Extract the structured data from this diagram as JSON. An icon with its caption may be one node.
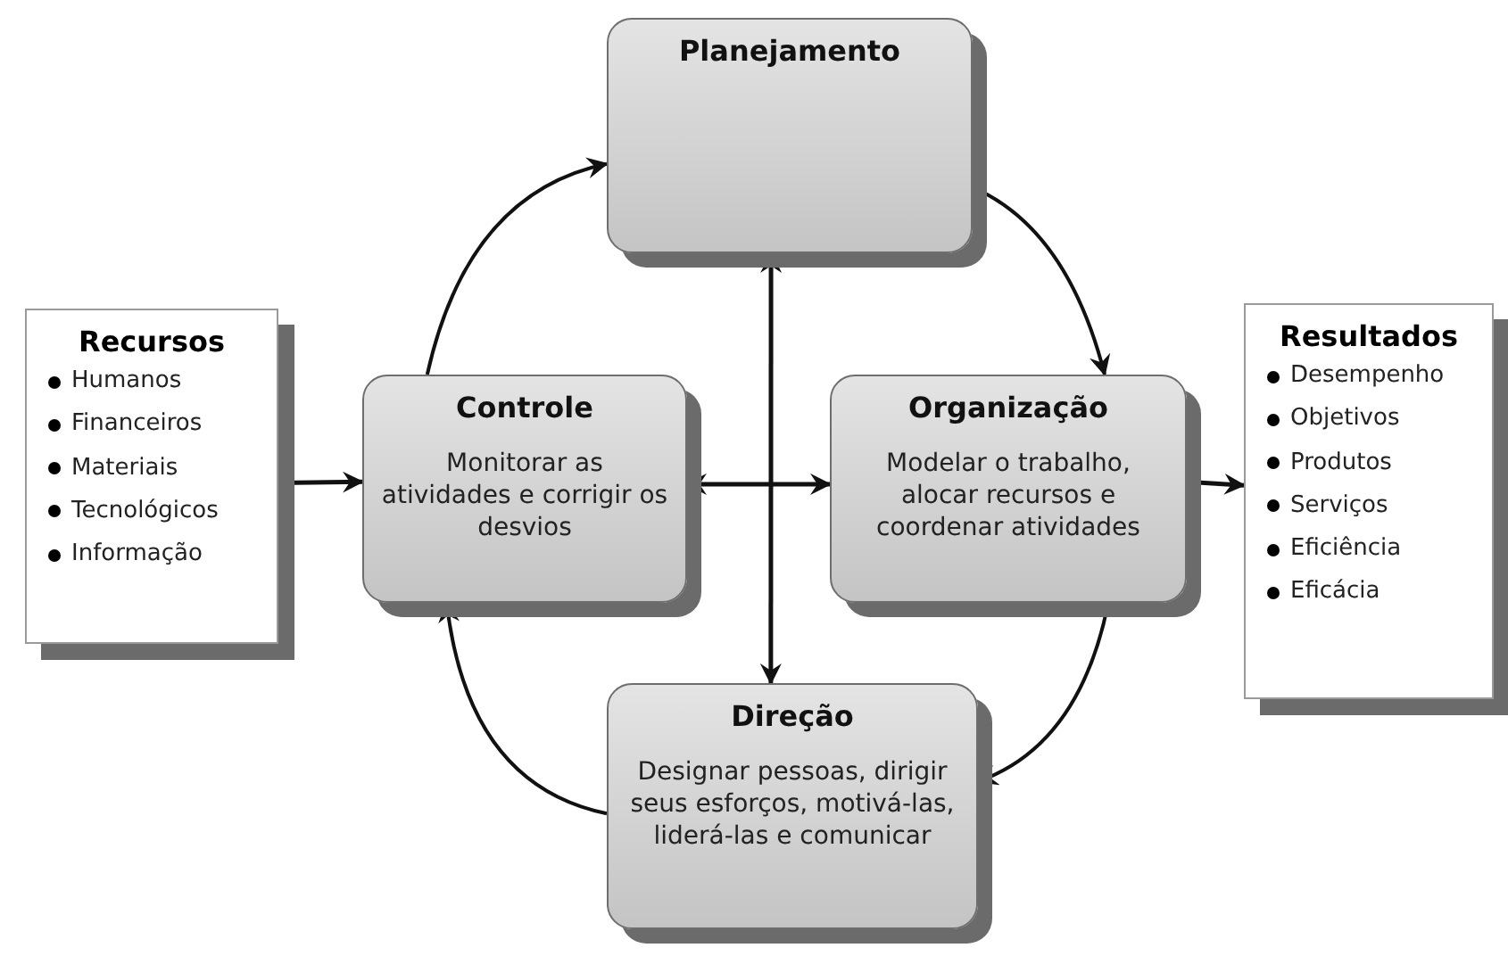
{
  "diagram": {
    "nodes": [
      {
        "text": [
          "Planejamento"
        ]
      },
      {
        "text": [
          "Recursos",
          "Humanos",
          "Financeiros",
          "Materiais",
          "Tecnológicos",
          "Informação"
        ]
      },
      {
        "text": [
          "Controle",
          "Monitorar as atividades e corrigir os desvios"
        ]
      },
      {
        "text": [
          "Organização",
          "Modelar o trabalho, alocar recursos e coordenar atividades"
        ]
      },
      {
        "text": [
          "Resultados",
          "Desempenho",
          "Objetivos",
          "Produtos",
          "Serviços",
          "Eficiência",
          "Eficácia"
        ]
      },
      {
        "text": [
          "Direção",
          "Designar pessoas, dirigir seus esforços, motivá-las, liderá-las e comunicar"
        ]
      }
    ],
    "edges": [
      {
        "from": 1,
        "to": 2,
        "arrow": "to"
      },
      {
        "from": 3,
        "to": 4,
        "arrow": "to"
      },
      {
        "from": 2,
        "to": 0,
        "arrow": "to"
      },
      {
        "from": 0,
        "to": 3,
        "arrow": "to"
      },
      {
        "from": 3,
        "to": 5,
        "arrow": "to"
      },
      {
        "from": 5,
        "to": 2,
        "arrow": "to"
      },
      {
        "from": 0,
        "to": 5,
        "arrow": "both"
      },
      {
        "from": 2,
        "to": 3,
        "arrow": "both"
      }
    ]
  }
}
